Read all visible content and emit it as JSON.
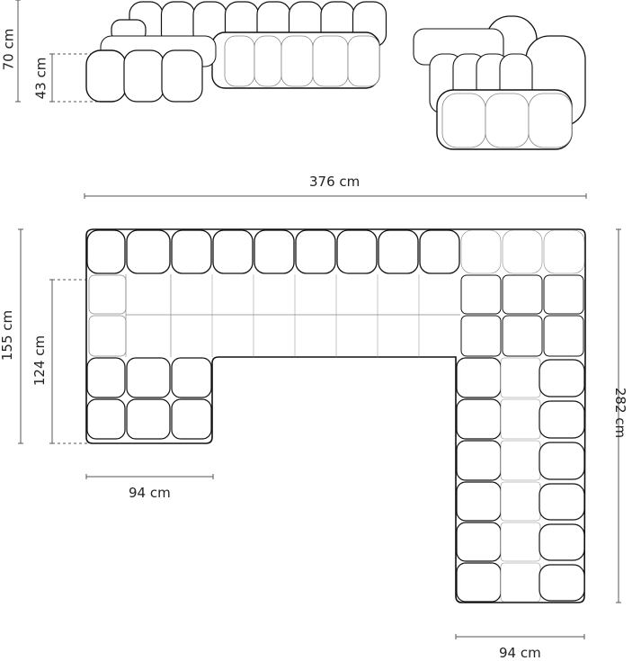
{
  "dimensions": {
    "front_height": "70 cm",
    "seat_height": "43 cm",
    "total_width": "376 cm",
    "left_depth": "155 cm",
    "left_seat_depth": "124 cm",
    "left_width": "94 cm",
    "right_depth": "282 cm",
    "right_width": "94 cm"
  },
  "colors": {
    "line": "#111111",
    "inner_line": "#888888",
    "dim_line": "#555555"
  }
}
